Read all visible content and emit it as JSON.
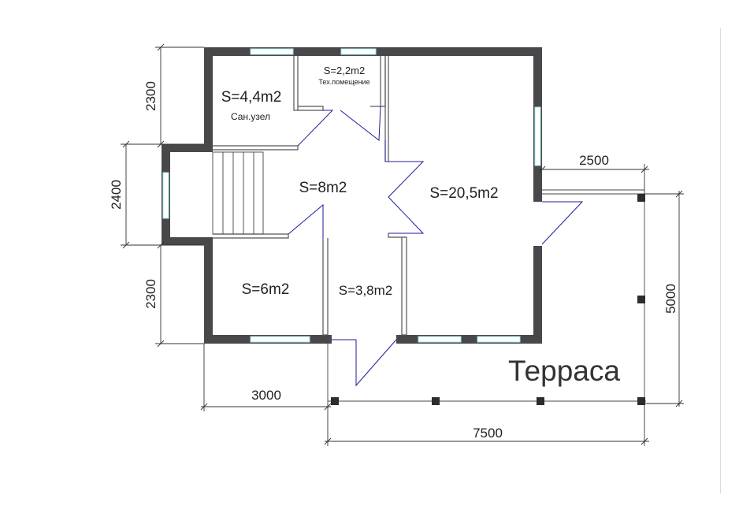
{
  "rooms": {
    "bathroom": {
      "area": "S=4,4m2",
      "name": "Сан.узел"
    },
    "tech": {
      "area": "S=2,2m2",
      "name": "Тех.помещение"
    },
    "hall": {
      "area": "S=8m2"
    },
    "living": {
      "area": "S=20,5m2"
    },
    "room_6": {
      "area": "S=6m2"
    },
    "corridor": {
      "area": "S=3,8m2"
    }
  },
  "terrace": {
    "title": "Терраса"
  },
  "dimensions": {
    "left_top": "2300",
    "left_mid": "2400",
    "left_bottom": "2300",
    "bottom_left": "3000",
    "bottom_total": "7500",
    "terrace_width": "2500",
    "terrace_depth": "5000"
  },
  "colors": {
    "wall": "#48484a",
    "window": "#9fe8f0",
    "door": "#1c1c9e"
  }
}
